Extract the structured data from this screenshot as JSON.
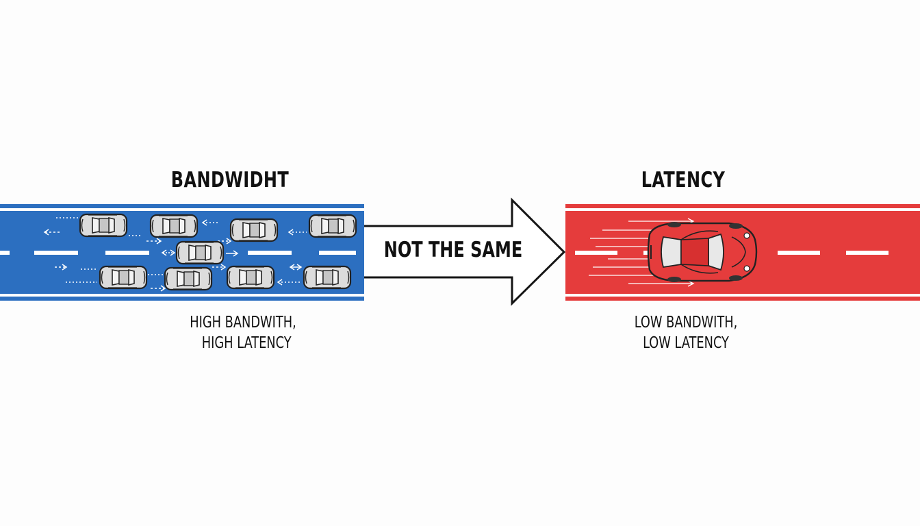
{
  "left": {
    "title": "BANDWIDHT",
    "caption_line1": "HIGH BANDWITH,",
    "caption_line2": "HIGH LATENCY",
    "road_color": "#2c6fc0",
    "car_icon": "car-icon"
  },
  "middle": {
    "arrow_label": "NOT THE SAME"
  },
  "right": {
    "title": "LATENCY",
    "caption_line1": "LOW BANDWITH,",
    "caption_line2": "LOW LATENCY",
    "road_color": "#e53c3c",
    "car_icon": "sports-car-icon"
  }
}
